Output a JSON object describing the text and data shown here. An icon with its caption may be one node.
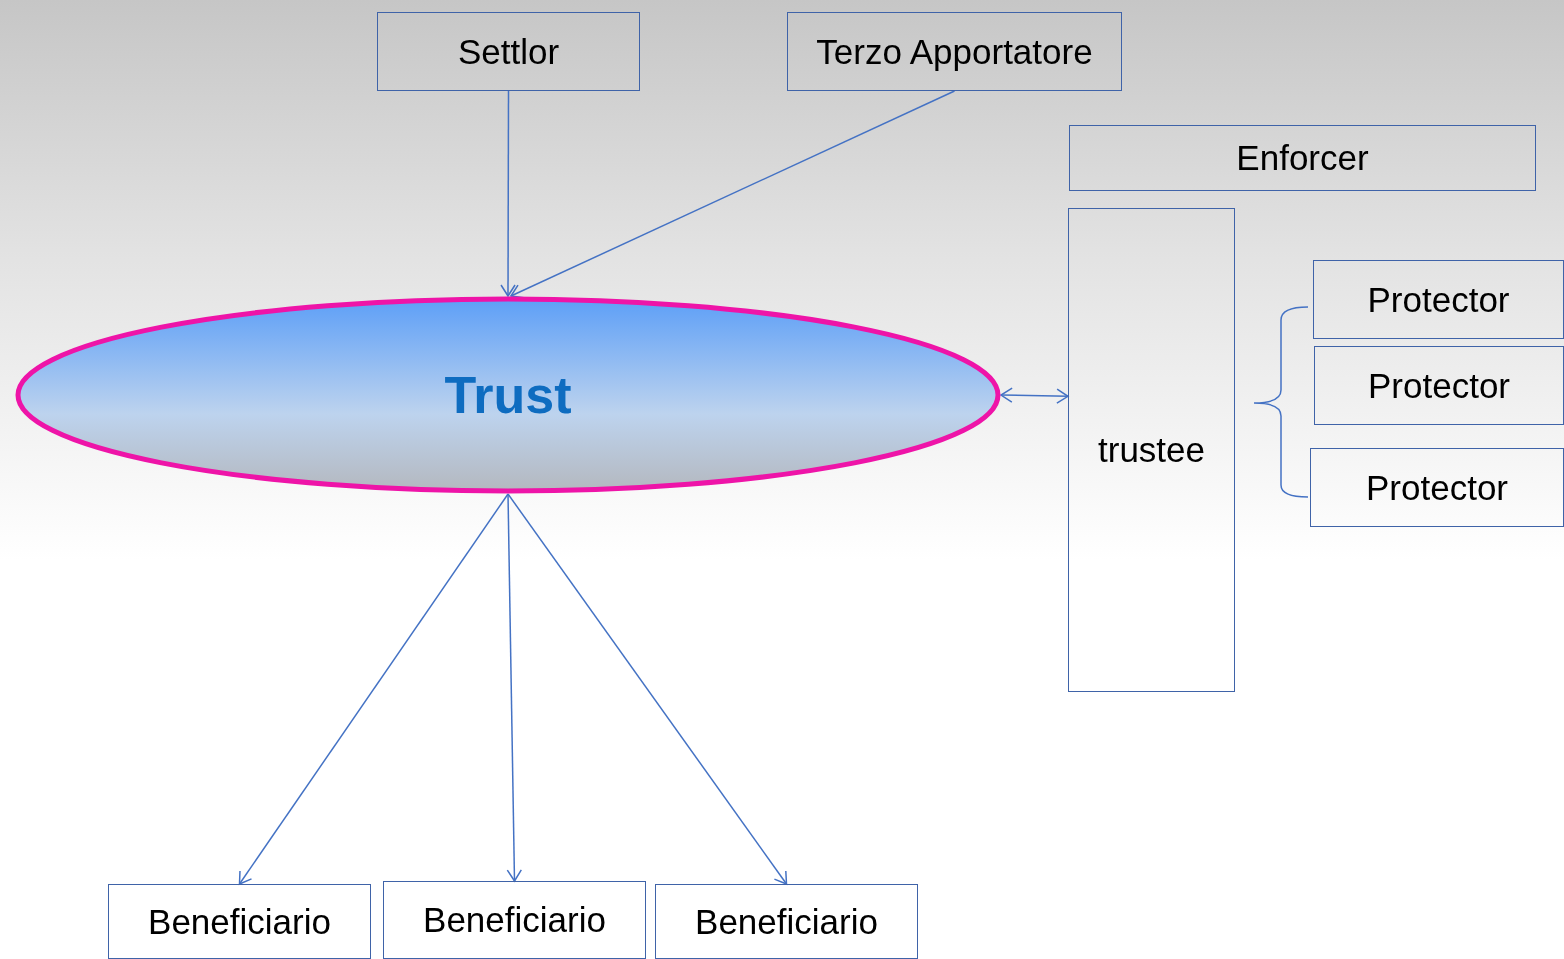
{
  "diagram": {
    "nodes": [
      {
        "text": [
          "Settlor"
        ]
      },
      {
        "text": [
          "Terzo Apportatore"
        ]
      },
      {
        "text": [
          "Enforcer"
        ]
      },
      {
        "text": [
          "Trust"
        ]
      },
      {
        "text": [
          "trustee"
        ]
      },
      {
        "text": [
          "Protector"
        ]
      },
      {
        "text": [
          "Protector"
        ]
      },
      {
        "text": [
          "Protector"
        ]
      },
      {
        "text": [
          "Beneficiario"
        ]
      },
      {
        "text": [
          "Beneficiario"
        ]
      },
      {
        "text": [
          "Beneficiario"
        ]
      }
    ],
    "edges": [
      {
        "from": 0,
        "to": 3,
        "arrow": "to"
      },
      {
        "from": 1,
        "to": 3,
        "arrow": "to"
      },
      {
        "from": 3,
        "to": 4,
        "arrow": "both"
      },
      {
        "from": 3,
        "to": 8,
        "arrow": "to"
      },
      {
        "from": 3,
        "to": 9,
        "arrow": "to"
      },
      {
        "from": 3,
        "to": 10,
        "arrow": "to"
      }
    ]
  }
}
